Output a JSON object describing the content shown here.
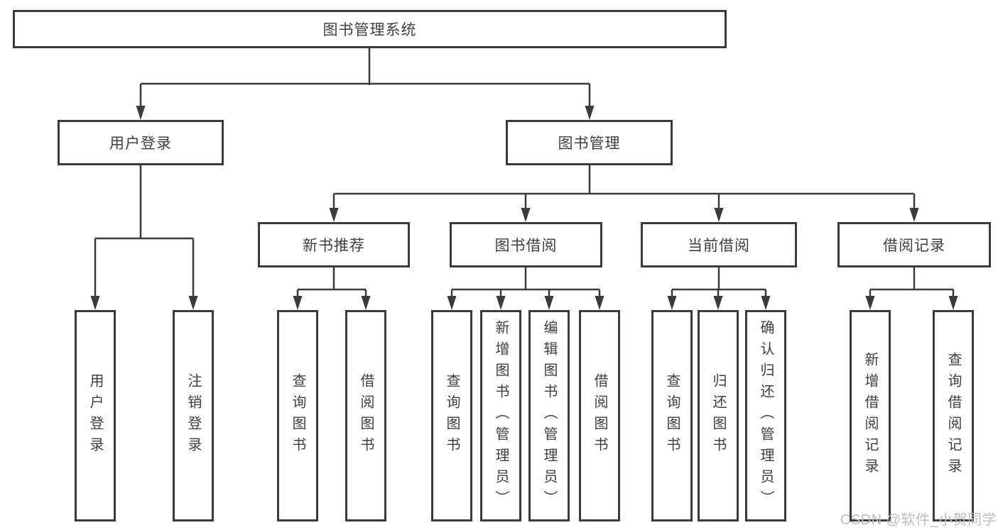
{
  "tree": {
    "label": "图书管理系统",
    "children": [
      {
        "label": "用户登录",
        "children": [
          {
            "label": "用户登录"
          },
          {
            "label": "注销登录"
          }
        ]
      },
      {
        "label": "图书管理",
        "children": [
          {
            "label": "新书推荐",
            "children": [
              {
                "label": "查询图书"
              },
              {
                "label": "借阅图书"
              }
            ]
          },
          {
            "label": "图书借阅",
            "children": [
              {
                "label": "查询图书"
              },
              {
                "label": "新增图书（管理员）"
              },
              {
                "label": "编辑图书（管理员）"
              },
              {
                "label": "借阅图书"
              }
            ]
          },
          {
            "label": "当前借阅",
            "children": [
              {
                "label": "查询图书"
              },
              {
                "label": "归还图书"
              },
              {
                "label": "确认归还（管理员）"
              }
            ]
          },
          {
            "label": "借阅记录",
            "children": [
              {
                "label": "新增借阅记录"
              },
              {
                "label": "查询借阅记录"
              }
            ]
          }
        ]
      }
    ]
  },
  "watermark": {
    "text": "CSDN @软件_小贺同学"
  },
  "colors": {
    "line": "#3b3b3b",
    "text": "#3d4043",
    "watermark": "#bcbcbc",
    "background": "#ffffff"
  }
}
